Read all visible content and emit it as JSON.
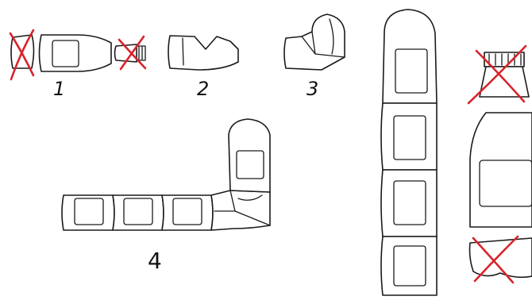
{
  "steps": {
    "step1": "1",
    "step2": "2",
    "step3": "3",
    "step4": "4"
  },
  "colors": {
    "ink": "#1a1a1a",
    "cross": "#d8242b",
    "background": "#ffffff"
  },
  "icons": {
    "discard": "red-cross-icon"
  }
}
